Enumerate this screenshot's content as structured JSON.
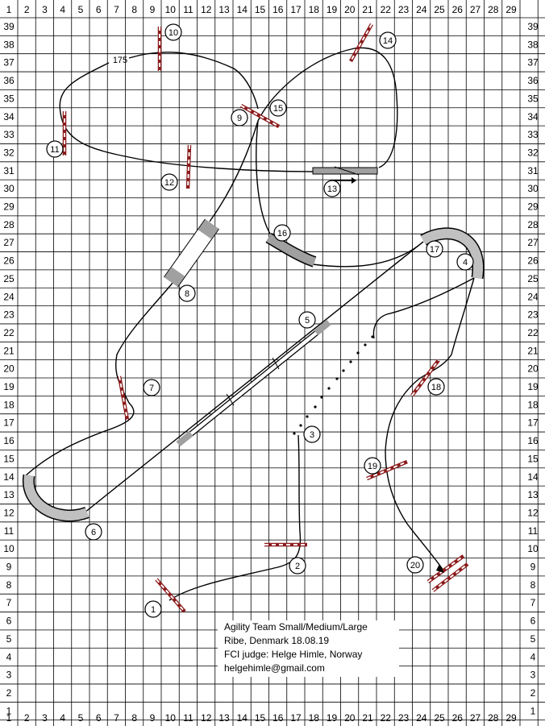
{
  "grid": {
    "columns": [
      "1",
      "2",
      "3",
      "4",
      "5",
      "6",
      "7",
      "8",
      "9",
      "10",
      "11",
      "12",
      "13",
      "14",
      "15",
      "16",
      "17",
      "18",
      "19",
      "20",
      "21",
      "22",
      "23",
      "24",
      "25",
      "26",
      "27",
      "28",
      "29"
    ],
    "rows": [
      "39",
      "38",
      "37",
      "36",
      "35",
      "34",
      "33",
      "32",
      "31",
      "30",
      "29",
      "28",
      "27",
      "26",
      "25",
      "24",
      "23",
      "22",
      "21",
      "20",
      "19",
      "18",
      "17",
      "16",
      "15",
      "14",
      "13",
      "12",
      "11",
      "10",
      "9",
      "8",
      "7",
      "6",
      "5",
      "4",
      "3",
      "2",
      "1"
    ]
  },
  "course_info": {
    "line1": "Agility Team Small/Medium/Large",
    "line2": "Ribe, Denmark 18.08.19",
    "line3": "FCI judge: Helge Himle, Norway",
    "line4": "helgehimle@gmail.com"
  },
  "course_length": "175",
  "obstacles": [
    {
      "number": "1",
      "type": "jump"
    },
    {
      "number": "2",
      "type": "jump"
    },
    {
      "number": "3",
      "type": "weave-poles"
    },
    {
      "number": "4",
      "type": "tunnel"
    },
    {
      "number": "5",
      "type": "dog-walk"
    },
    {
      "number": "6",
      "type": "tunnel"
    },
    {
      "number": "7",
      "type": "jump"
    },
    {
      "number": "8",
      "type": "a-frame"
    },
    {
      "number": "9",
      "type": "jump"
    },
    {
      "number": "10",
      "type": "jump"
    },
    {
      "number": "11",
      "type": "jump"
    },
    {
      "number": "12",
      "type": "jump"
    },
    {
      "number": "13",
      "type": "table"
    },
    {
      "number": "14",
      "type": "jump"
    },
    {
      "number": "15",
      "type": "jump"
    },
    {
      "number": "16",
      "type": "tunnel"
    },
    {
      "number": "17",
      "type": "start-of-dog-walk"
    },
    {
      "number": "18",
      "type": "jump"
    },
    {
      "number": "19",
      "type": "jump"
    },
    {
      "number": "20",
      "type": "double-jump"
    }
  ],
  "colors": {
    "grid_line": "#000000",
    "path_line": "#000000",
    "jump_bar": "#8b1a1a",
    "jump_fill": "#ffffff",
    "tunnel_fill": "#c0c0c0",
    "equipment_fill": "#a0a0a0",
    "background": "#ffffff"
  }
}
